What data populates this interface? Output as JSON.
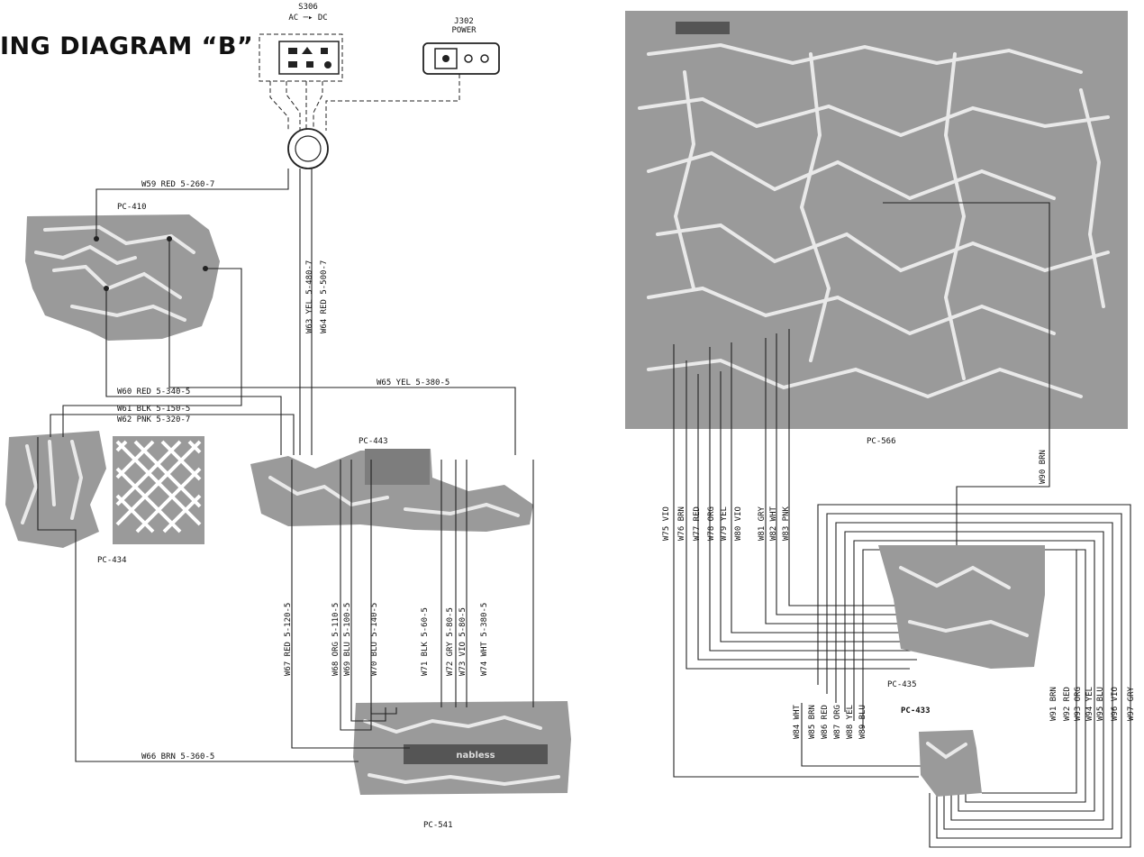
{
  "title": "ING DIAGRAM “B”",
  "switch": {
    "name": "S306",
    "mode": "AC ─▸ DC"
  },
  "jack": {
    "name": "J302",
    "label": "POWER"
  },
  "boards": {
    "pc410": "PC-410",
    "pc434": "PC-434",
    "pc443": "PC-443",
    "pc541": "PC-541",
    "pc566": "PC-566",
    "pc435": "PC-435",
    "pc433": "PC-433",
    "brand": "nabless"
  },
  "wires_horizontal": {
    "w59": "W59  RED  5-260-7",
    "w60": "W60  RED  5-340-5",
    "w61": "W61  BLK  5-150-5",
    "w62": "W62  PNK  5-320-7",
    "w65": "W65  YEL  5-380-5",
    "w66": "W66  BRN  5-360-5"
  },
  "wires_vertical_top": {
    "w63": "W63  YEL  5-480-7",
    "w64": "W64  RED  5-500-7"
  },
  "wires_vertical_mid": [
    "W67  RED  5-120-5",
    "W68  ORG  5-110-5",
    "W69  BLU  5-100-5",
    "W70  BLU  5-140-5",
    "W71  BLK  5-60-5",
    "W72  GRY  5-80-5",
    "W73  VIO  5-80-5",
    "W74  WHT  5-380-5"
  ],
  "wires_right_upper": [
    "W75  VIO",
    "W76  BRN",
    "W77  RED",
    "W78  ORG",
    "W79  YEL",
    "W80  VIO",
    "W81  GRY",
    "W82  WHT",
    "W83  PNK"
  ],
  "wire_w90": "W90  BRN",
  "wires_right_lower_left": [
    "W84  WHT",
    "W85  BRN",
    "W86  RED",
    "W87  ORG",
    "W88  YEL",
    "W89  BLU"
  ],
  "wires_right_lower_right": [
    "W91  BRN",
    "W92  RED",
    "W93  ORG",
    "W94  YEL",
    "W95  BLU",
    "W96  VIO",
    "W97  GRY"
  ]
}
